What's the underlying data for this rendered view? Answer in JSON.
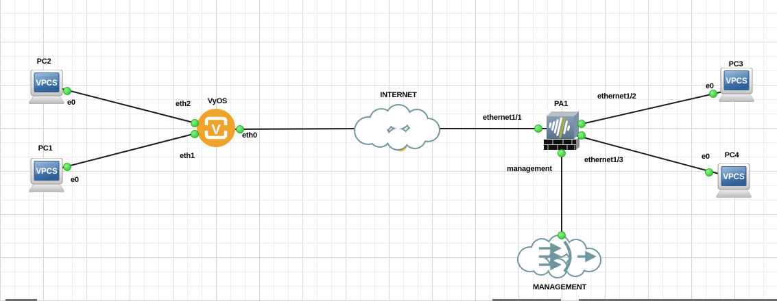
{
  "app": {
    "name": "GNS3 topology canvas"
  },
  "labels": {
    "pc2": "PC2",
    "pc1": "PC1",
    "pc3": "PC3",
    "pc4": "PC4",
    "vyos": "VyOS",
    "pa1": "PA1",
    "internet": "INTERNET",
    "management_cloud": "MANAGEMENT",
    "eth2": "eth2",
    "eth1": "eth1",
    "eth0": "eth0",
    "e0_pc2": "e0",
    "e0_pc1": "e0",
    "e0_pc3": "e0",
    "e0_pc4": "e0",
    "ethernet1_1": "ethernet1/1",
    "ethernet1_2": "ethernet1/2",
    "ethernet1_3": "ethernet1/3",
    "management_port": "management",
    "vpcs_screen": "VPCS",
    "vyos_letter": "V"
  },
  "colors": {
    "link": "#1a1a1a",
    "port_status_up": "#35d235",
    "vyos_orange": "#eda32c",
    "cloud_outline": "#6f969e",
    "cloud_accent_yellow": "#f2b63c",
    "pa_front": "#64798f",
    "pa_bar_accent": "#a8b13a",
    "vpcs_screen_blue": "#3f6fa5",
    "grid_minor": "#ececec",
    "grid_major": "#d7d7d7"
  },
  "nodes": [
    {
      "id": "pc2",
      "type": "vpcs",
      "label": "PC2",
      "icon": "vpcs-computer-icon"
    },
    {
      "id": "pc1",
      "type": "vpcs",
      "label": "PC1",
      "icon": "vpcs-computer-icon"
    },
    {
      "id": "vyos",
      "type": "router",
      "label": "VyOS",
      "icon": "vyos-router-icon"
    },
    {
      "id": "internet",
      "type": "cloud",
      "label": "INTERNET",
      "icon": "cloud-icon"
    },
    {
      "id": "pa1",
      "type": "firewall",
      "label": "PA1",
      "icon": "palo-alto-firewall-icon"
    },
    {
      "id": "pc3",
      "type": "vpcs",
      "label": "PC3",
      "icon": "vpcs-computer-icon"
    },
    {
      "id": "pc4",
      "type": "vpcs",
      "label": "PC4",
      "icon": "vpcs-computer-icon"
    },
    {
      "id": "management",
      "type": "nat-cloud",
      "label": "MANAGEMENT",
      "icon": "nat-cloud-icon"
    }
  ],
  "links": [
    {
      "from": "PC2",
      "from_port": "e0",
      "to": "VyOS",
      "to_port": "eth2",
      "status": "up"
    },
    {
      "from": "PC1",
      "from_port": "e0",
      "to": "VyOS",
      "to_port": "eth1",
      "status": "up"
    },
    {
      "from": "VyOS",
      "from_port": "eth0",
      "to": "INTERNET",
      "to_port": "",
      "status": "up"
    },
    {
      "from": "INTERNET",
      "from_port": "",
      "to": "PA1",
      "to_port": "ethernet1/1",
      "status": "up"
    },
    {
      "from": "PA1",
      "from_port": "ethernet1/2",
      "to": "PC3",
      "to_port": "e0",
      "status": "up"
    },
    {
      "from": "PA1",
      "from_port": "ethernet1/3",
      "to": "PC4",
      "to_port": "e0",
      "status": "up"
    },
    {
      "from": "PA1",
      "from_port": "management",
      "to": "MANAGEMENT",
      "to_port": "",
      "status": "up"
    }
  ]
}
